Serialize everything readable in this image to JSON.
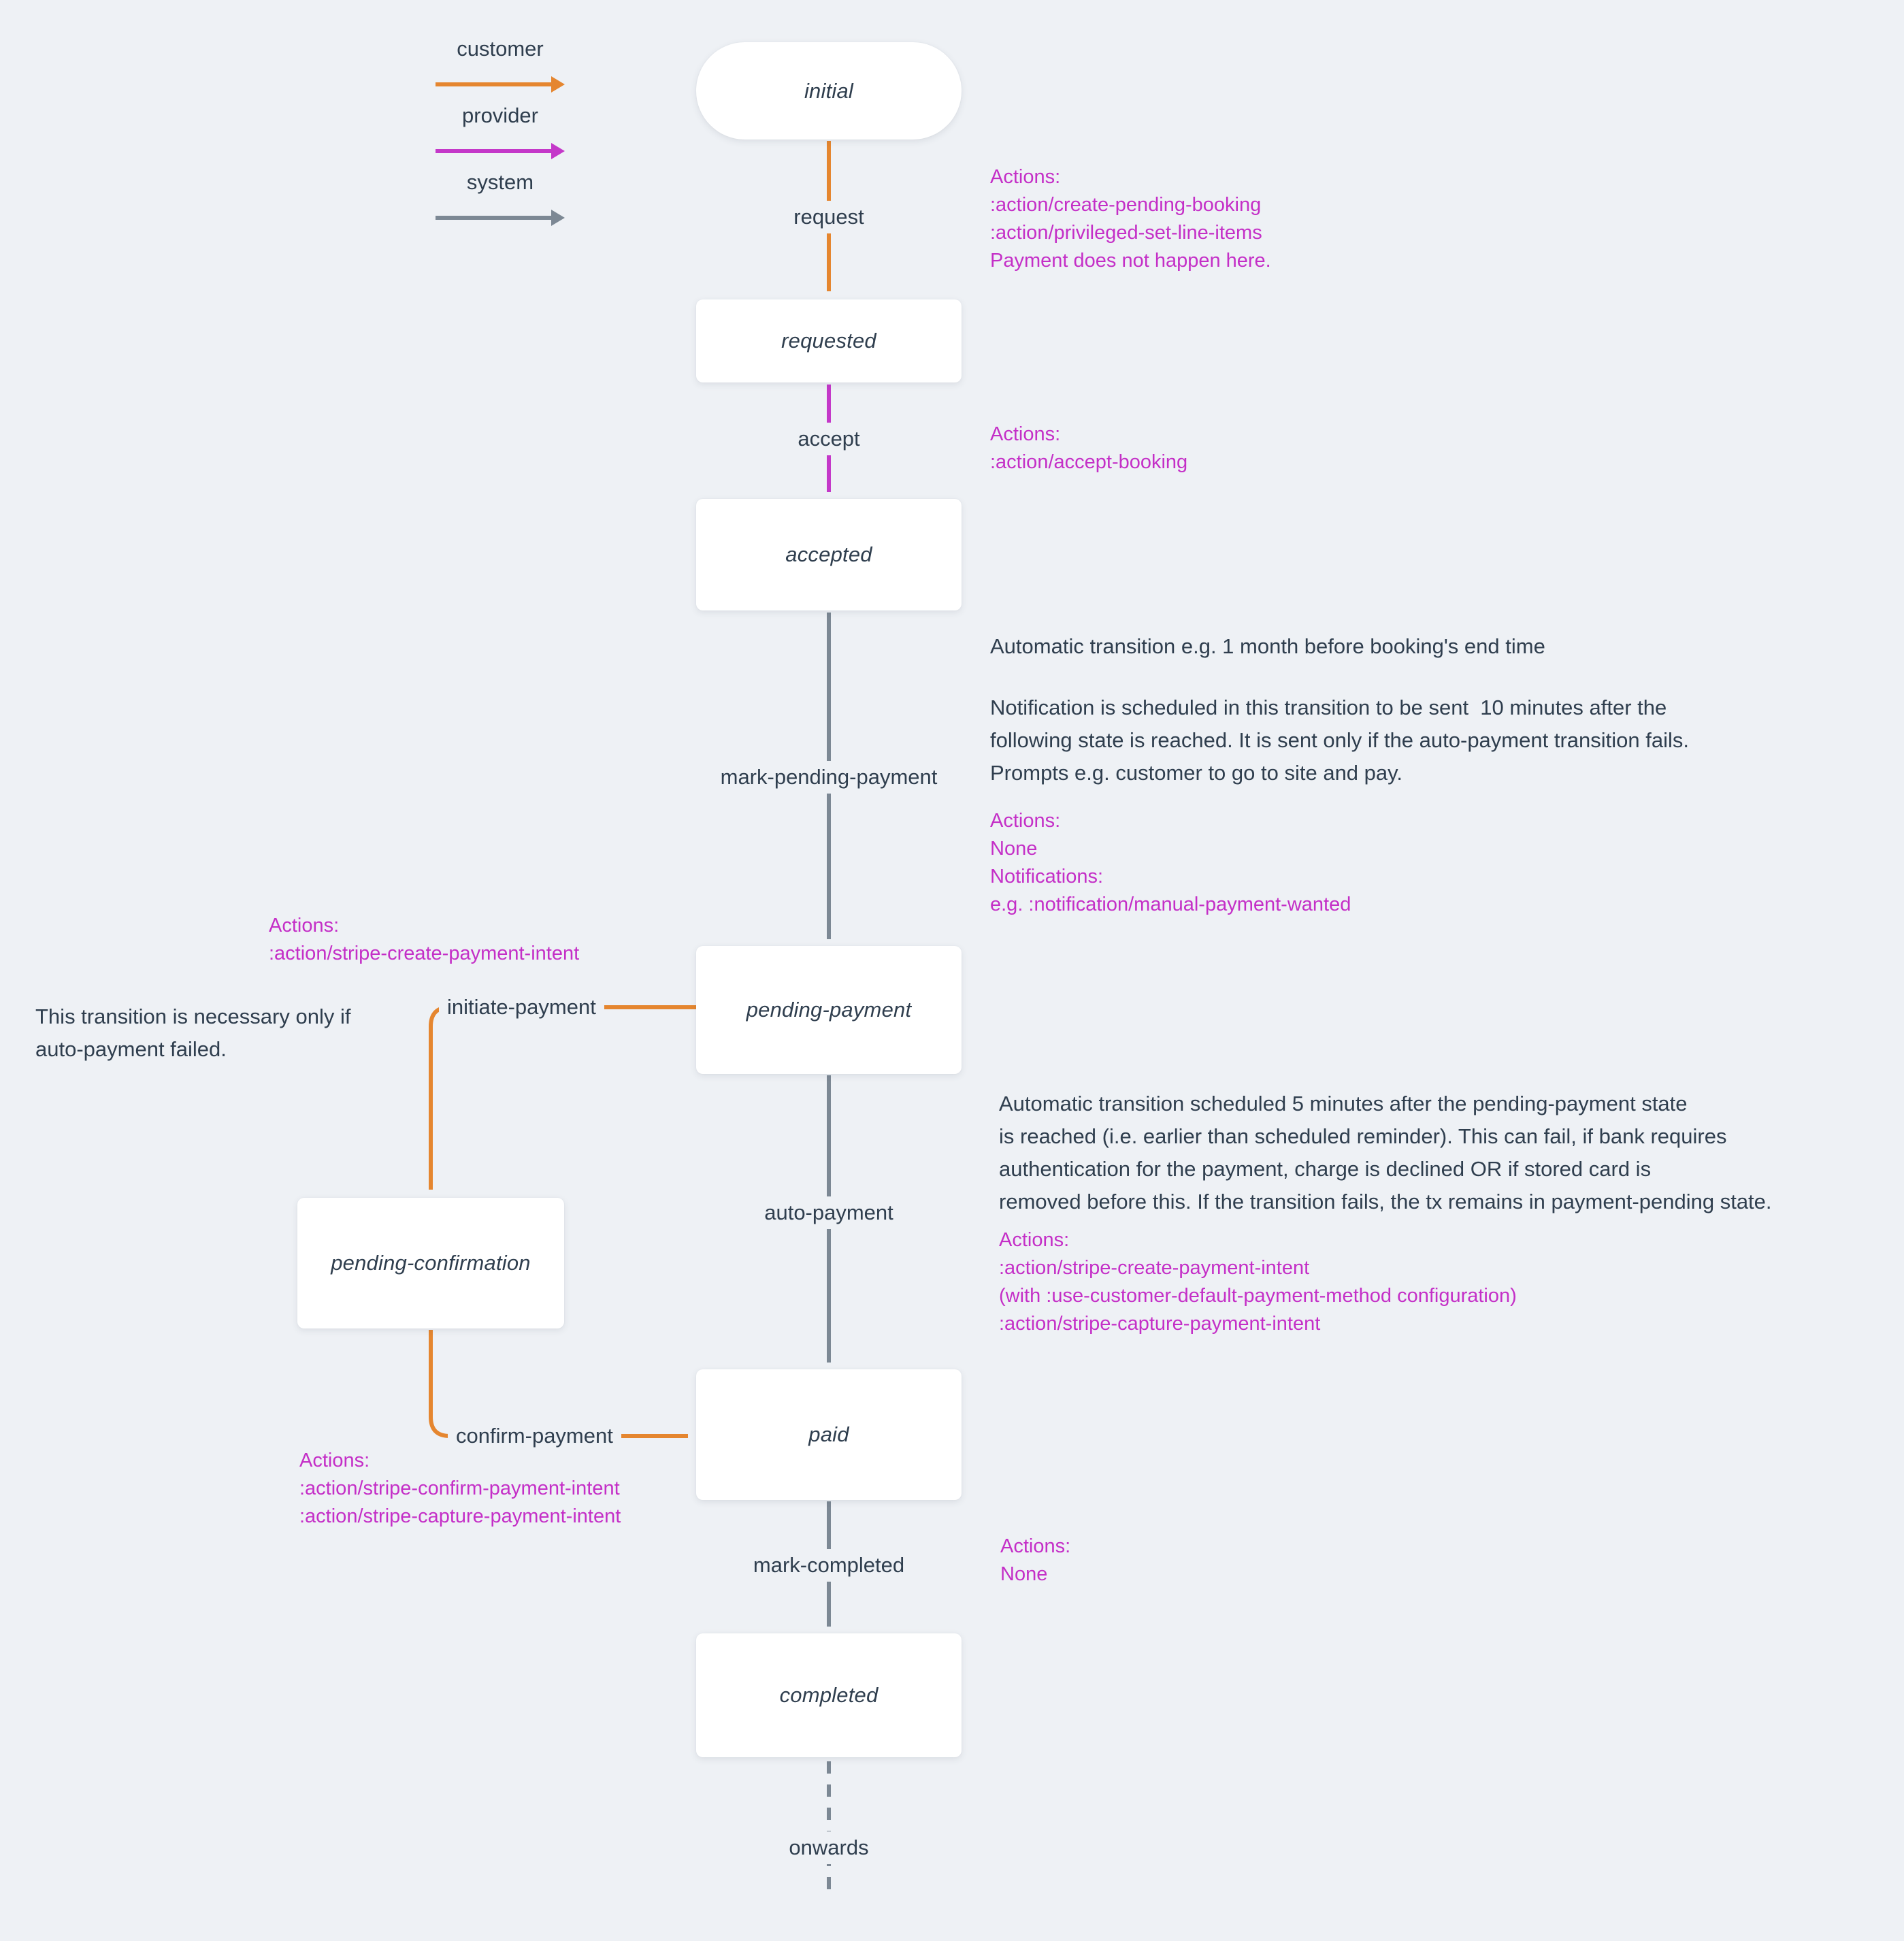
{
  "colors": {
    "background": "#EEF1F5",
    "customer": "#E5862F",
    "provider": "#C438C9",
    "system": "#7C8894",
    "note_text": "#C42FC7",
    "dark_text": "#2F3E4E",
    "state_box": "#FFFFFF"
  },
  "legend": {
    "items": [
      {
        "label": "customer"
      },
      {
        "label": "provider"
      },
      {
        "label": "system"
      }
    ]
  },
  "states": {
    "initial": "initial",
    "requested": "requested",
    "accepted": "accepted",
    "pending_payment": "pending-payment",
    "pending_confirmation": "pending-confirmation",
    "paid": "paid",
    "completed": "completed"
  },
  "transitions": {
    "request": "request",
    "accept": "accept",
    "mark_pending_payment": "mark-pending-payment",
    "initiate_payment": "initiate-payment",
    "auto_payment": "auto-payment",
    "confirm_payment": "confirm-payment",
    "mark_completed": "mark-completed",
    "onwards": "onwards"
  },
  "notes": {
    "request_actions": "Actions:\n:action/create-pending-booking\n:action/privileged-set-line-items\nPayment does not happen here.",
    "accept_actions": "Actions:\n:action/accept-booking",
    "mark_pending_payment_info_1": "Automatic transition e.g. 1 month before booking's end time",
    "mark_pending_payment_info_2": "Notification is scheduled in this transition to be sent  10 minutes after the\nfollowing state is reached. It is sent only if the auto-payment transition fails.\nPrompts e.g. customer to go to site and pay.",
    "mark_pending_payment_actions": "Actions:\nNone\nNotifications:\ne.g. :notification/manual-payment-wanted",
    "initiate_payment_actions": "Actions:\n:action/stripe-create-payment-intent",
    "initiate_payment_info": "This transition is necessary only if\nauto-payment failed.",
    "auto_payment_info": "Automatic transition scheduled 5 minutes after the pending-payment state\nis reached (i.e. earlier than scheduled reminder). This can fail, if bank requires\nauthentication for the payment, charge is declined OR if stored card is\nremoved before this. If the transition fails, the tx remains in payment-pending state.",
    "auto_payment_actions": "Actions:\n:action/stripe-create-payment-intent\n(with :use-customer-default-payment-method configuration)\n:action/stripe-capture-payment-intent",
    "confirm_payment_actions": "Actions:\n:action/stripe-confirm-payment-intent\n:action/stripe-capture-payment-intent",
    "mark_completed_actions": "Actions:\nNone"
  }
}
